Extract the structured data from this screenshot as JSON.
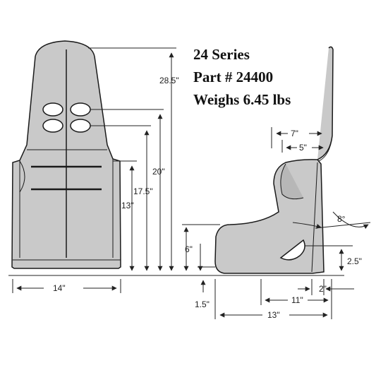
{
  "header": {
    "series": "24 Series",
    "part": "Part # 24400",
    "weight": "Weighs 6.45 lbs"
  },
  "dimensions": {
    "overall_height": "28.5\"",
    "hole_top": "20\"",
    "hole_bottom": "17.5\"",
    "side_bolster": "13\"",
    "base_width": "14\"",
    "shoulder_depth": "7\"",
    "shoulder_inner": "5\"",
    "recline_angle": "8°",
    "leg_height": "6\"",
    "seat_offset": "1.5\"",
    "slot_height": "2.5\"",
    "rear_offset": "2\"",
    "seat_depth": "11\"",
    "overall_depth": "13\""
  },
  "colors": {
    "seat_fill": "#c9c9c9",
    "seat_stroke": "#1a1a1a",
    "line": "#222222"
  }
}
